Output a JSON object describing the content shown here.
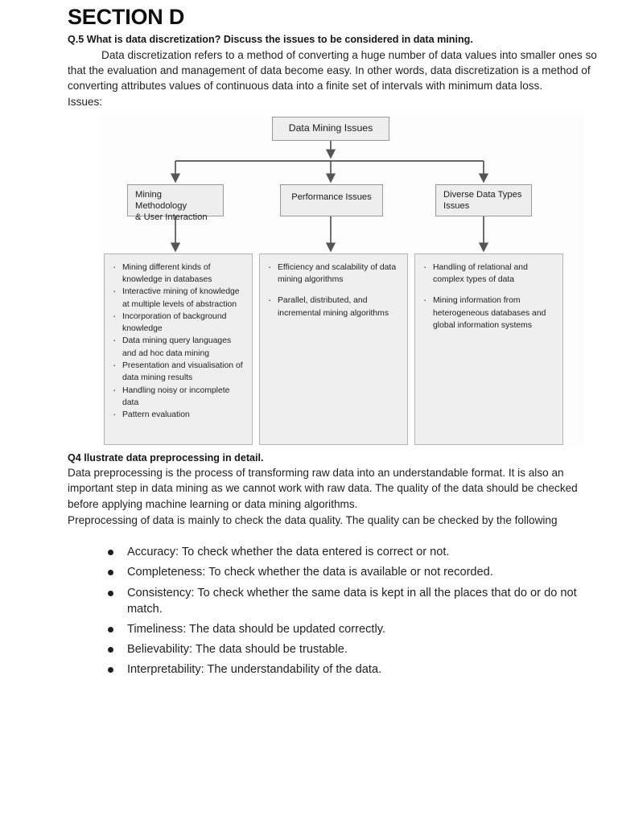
{
  "document": {
    "section_title": "SECTION D",
    "q5": {
      "heading": "Q.5 What is data discretization? Discuss the issues to be considered in data mining.",
      "paragraph": "Data discretization refers to a method of converting a huge number of data values into smaller ones so that the evaluation and management of data become easy. In other words, data discretization is a method of converting attributes values of continuous data into a finite set of intervals with minimum data loss.",
      "issues_label": "Issues:"
    },
    "q4": {
      "heading": "Q4  llustrate data preprocessing in detail.",
      "paragraph1": " Data preprocessing is the process of transforming raw data into an understandable format. It is also an important step in data mining as we cannot work with raw data. The quality of the data should be checked before applying machine learning or data mining algorithms.",
      "paragraph2": "Preprocessing of data is mainly to check the data quality. The quality can be checked by the following",
      "quality_checks": [
        "Accuracy: To check whether the data entered is correct or not.",
        "Completeness: To check whether the data is available or not recorded.",
        "Consistency: To check whether the same data is kept in all the places that do or do not match.",
        "Timeliness: The data should be updated correctly.",
        "Believability: The data should be trustable.",
        "Interpretability: The understandability of the data."
      ]
    }
  },
  "diagram": {
    "title": "Data Mining Issues",
    "root_label": "Data Mining Issues",
    "branches": [
      {
        "label": "Mining Methodology\n& User Interaction",
        "label_line1": "Mining Methodology",
        "label_line2": "& User Interaction",
        "items": [
          "Mining different kinds of knowledge in databases",
          "Interactive mining of knowledge at multiple levels of abstraction",
          "Incorporation of background knowledge",
          "Data mining query languages and ad hoc data mining",
          "Presentation and visualisation of data mining results",
          "Handling noisy or incomplete data",
          "Pattern evaluation"
        ]
      },
      {
        "label": "Performance Issues",
        "label_line1": "Performance Issues",
        "label_line2": "",
        "items": [
          "Efficiency and scalability of data mining algorithms",
          "Parallel, distributed, and incremental mining algorithms"
        ]
      },
      {
        "label": "Diverse Data Types\nIssues",
        "label_line1": "Diverse Data Types",
        "label_line2": "Issues",
        "items": [
          "Handling of relational and complex types of data",
          "Mining information from heterogeneous databases and global information systems"
        ]
      }
    ],
    "colors": {
      "node_fill": "#eeeeee",
      "node_border": "#9a9a9a",
      "leaf_fill": "#efefef",
      "leaf_border": "#b4b4b4",
      "connector": "#555555"
    }
  }
}
